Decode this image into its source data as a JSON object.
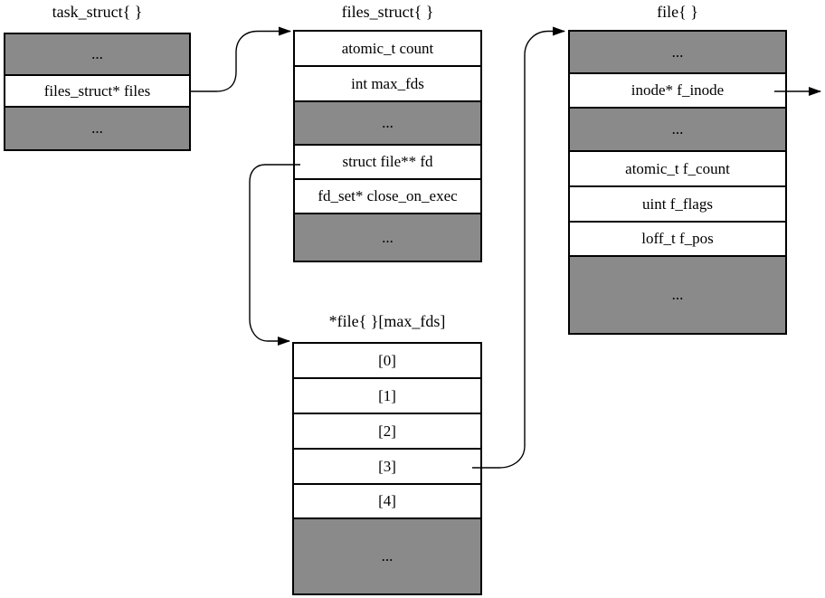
{
  "colors": {
    "shaded_fill": "#8a8a8a",
    "line": "#000000",
    "background": "#ffffff"
  },
  "task_struct": {
    "title": "task_struct{ }",
    "rows": [
      "...",
      "files_struct* files",
      "..."
    ]
  },
  "files_struct": {
    "title": "files_struct{ }",
    "rows": [
      "atomic_t count",
      "int max_fds",
      "...",
      "struct file** fd",
      "fd_set* close_on_exec",
      "..."
    ]
  },
  "file": {
    "title": "file{ }",
    "rows": [
      "...",
      "inode* f_inode",
      "...",
      "atomic_t f_count",
      "uint f_flags",
      "loff_t f_pos",
      "..."
    ]
  },
  "fd_array": {
    "title": "*file{ }[max_fds]",
    "rows": [
      "[0]",
      "[1]",
      "[2]",
      "[3]",
      "[4]",
      "..."
    ]
  },
  "connections": [
    {
      "from": "files_struct* files",
      "to": "files_struct{ }"
    },
    {
      "from": "struct file** fd",
      "to": "*file{ }[max_fds]"
    },
    {
      "from": "[3]",
      "to": "file{ }"
    },
    {
      "from": "inode* f_inode",
      "to": "off-diagram-right"
    }
  ]
}
